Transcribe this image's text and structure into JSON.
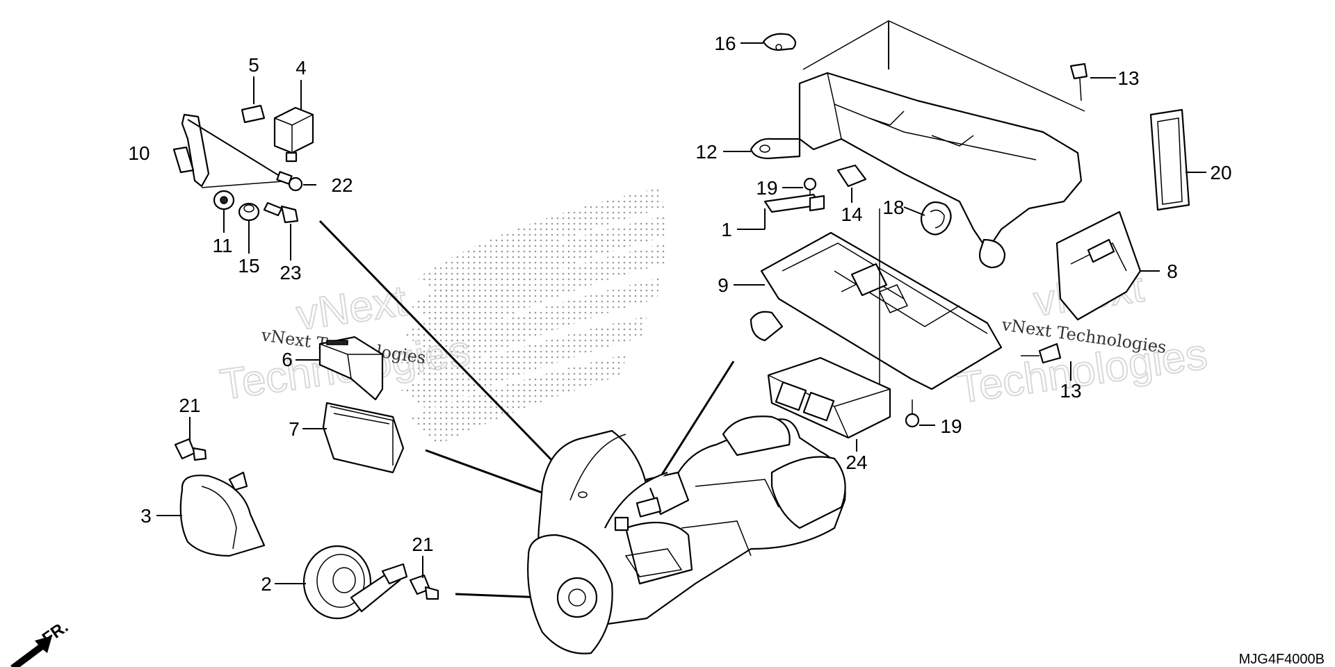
{
  "parts": [
    {
      "id": "label-1",
      "text": "1"
    },
    {
      "id": "label-2",
      "text": "2"
    },
    {
      "id": "label-3",
      "text": "3"
    },
    {
      "id": "label-4",
      "text": "4"
    },
    {
      "id": "label-5",
      "text": "5"
    },
    {
      "id": "label-6",
      "text": "6"
    },
    {
      "id": "label-7",
      "text": "7"
    },
    {
      "id": "label-8",
      "text": "8"
    },
    {
      "id": "label-9",
      "text": "9"
    },
    {
      "id": "label-10",
      "text": "10"
    },
    {
      "id": "label-11",
      "text": "11"
    },
    {
      "id": "label-12",
      "text": "12"
    },
    {
      "id": "label-13a",
      "text": "13"
    },
    {
      "id": "label-13b",
      "text": "13"
    },
    {
      "id": "label-14",
      "text": "14"
    },
    {
      "id": "label-15",
      "text": "15"
    },
    {
      "id": "label-16",
      "text": "16"
    },
    {
      "id": "label-18",
      "text": "18"
    },
    {
      "id": "label-19a",
      "text": "19"
    },
    {
      "id": "label-19b",
      "text": "19"
    },
    {
      "id": "label-20",
      "text": "20"
    },
    {
      "id": "label-21a",
      "text": "21"
    },
    {
      "id": "label-21b",
      "text": "21"
    },
    {
      "id": "label-22",
      "text": "22"
    },
    {
      "id": "label-23",
      "text": "23"
    },
    {
      "id": "label-24",
      "text": "24"
    }
  ],
  "direction_label": "FR.",
  "diagram_code": "MJG4F4000B",
  "watermarks": {
    "brand_line1": "vNext",
    "brand_line2": "Technologies",
    "small_text_a": "vNext Technologies",
    "small_text_b": "vNext Technologies"
  }
}
